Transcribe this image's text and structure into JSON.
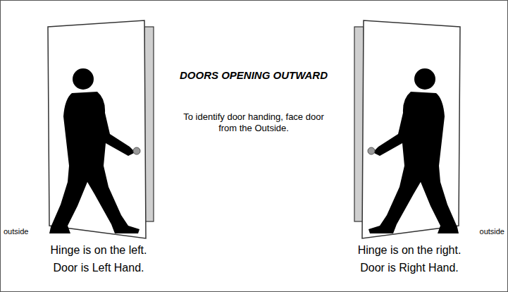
{
  "diagram": {
    "title": "DOORS OPENING OUTWARD",
    "labels": [
      "To identify door handing, face door from the Outside.",
      "outside",
      "outside",
      "Hinge is on the left.",
      "Door is Left Hand.",
      "Hinge is on the right.",
      "Door is Right Hand."
    ]
  }
}
